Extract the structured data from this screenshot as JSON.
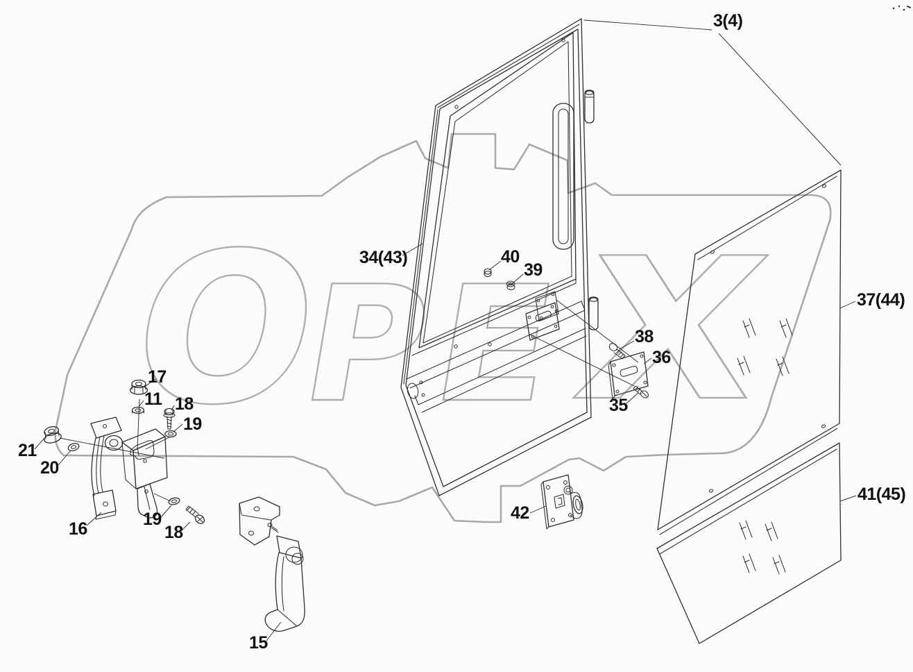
{
  "diagram": {
    "kind": "exploded-parts-diagram",
    "subject": "cab door assembly with glass panels, handles and latches"
  },
  "watermark": {
    "text": "OPEX",
    "letters": [
      "O",
      "P",
      "E",
      "X"
    ],
    "color": "#a9a9a9"
  },
  "colors": {
    "background": "#fcfcfb",
    "line": "#2d2d2d",
    "label": "#111111",
    "watermark": "#a9a9a9"
  },
  "labels": [
    {
      "id": "3-4",
      "text": "3(4)"
    },
    {
      "id": "34-43",
      "text": "34(43)"
    },
    {
      "id": "40",
      "text": "40"
    },
    {
      "id": "39",
      "text": "39"
    },
    {
      "id": "38",
      "text": "38"
    },
    {
      "id": "36",
      "text": "36"
    },
    {
      "id": "35",
      "text": "35"
    },
    {
      "id": "42",
      "text": "42"
    },
    {
      "id": "17",
      "text": "17"
    },
    {
      "id": "11",
      "text": "11"
    },
    {
      "id": "18-upper",
      "text": "18"
    },
    {
      "id": "19-upper",
      "text": "19"
    },
    {
      "id": "21",
      "text": "21"
    },
    {
      "id": "20",
      "text": "20"
    },
    {
      "id": "16",
      "text": "16"
    },
    {
      "id": "19-lower",
      "text": "19"
    },
    {
      "id": "18-lower",
      "text": "18"
    },
    {
      "id": "15",
      "text": "15"
    },
    {
      "id": "37-44",
      "text": "37(44)"
    },
    {
      "id": "41-45",
      "text": "41(45)"
    }
  ]
}
